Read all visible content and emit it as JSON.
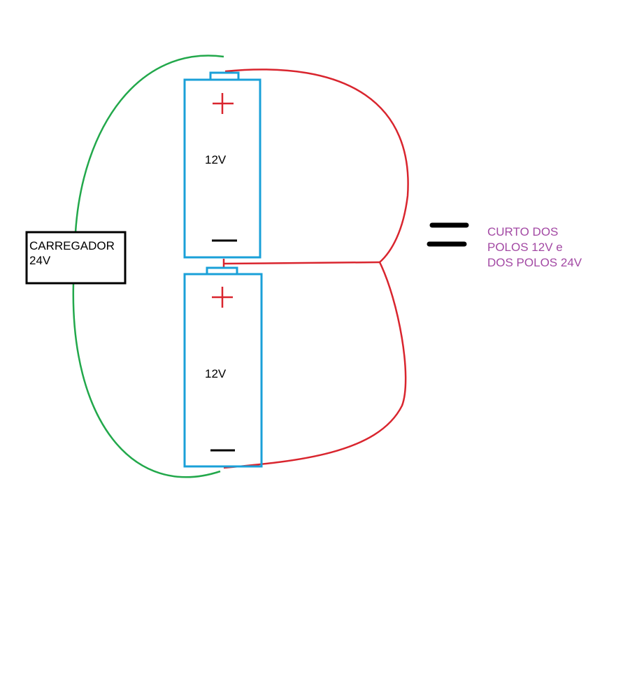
{
  "colors": {
    "battery": "#1aa0d8",
    "positive": "#d9252e",
    "wire_red": "#d9252e",
    "wire_green": "#22a84b",
    "note": "#a349a4"
  },
  "batteries": [
    {
      "label": "12V",
      "positive": "+",
      "negative": "—"
    },
    {
      "label": "12V",
      "positive": "+",
      "negative": "—"
    }
  ],
  "charger": {
    "line1": "CARREGADOR",
    "line2": "24V"
  },
  "note": {
    "lines": [
      "CURTO DOS",
      "POLOS 12V e",
      "DOS POLOS 24V"
    ]
  }
}
